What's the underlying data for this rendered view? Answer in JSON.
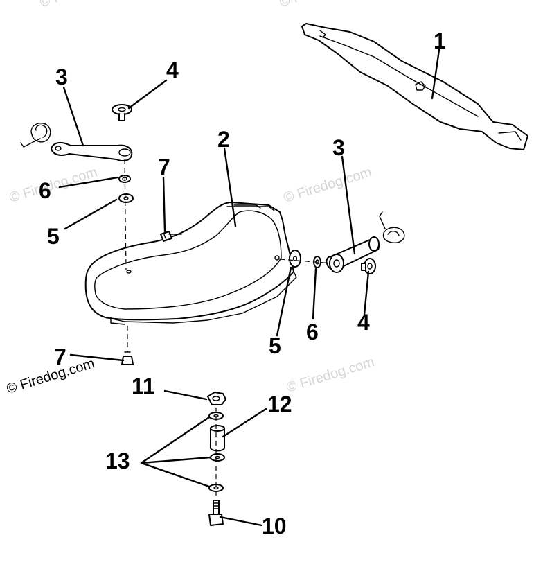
{
  "callouts": {
    "c1": "1",
    "c2": "2",
    "c3a": "3",
    "c3b": "3",
    "c4a": "4",
    "c4b": "4",
    "c5a": "5",
    "c5b": "5",
    "c6a": "6",
    "c6b": "6",
    "c7a": "7",
    "c7b": "7",
    "c10": "10",
    "c11": "11",
    "c12": "12",
    "c13": "13"
  },
  "watermarks": {
    "w1": "© Firedog.com",
    "w2": "© Firedog.com",
    "w3": "© Firedog.com",
    "w4": "© Firedog.com",
    "w5": "© Firedog.com"
  }
}
